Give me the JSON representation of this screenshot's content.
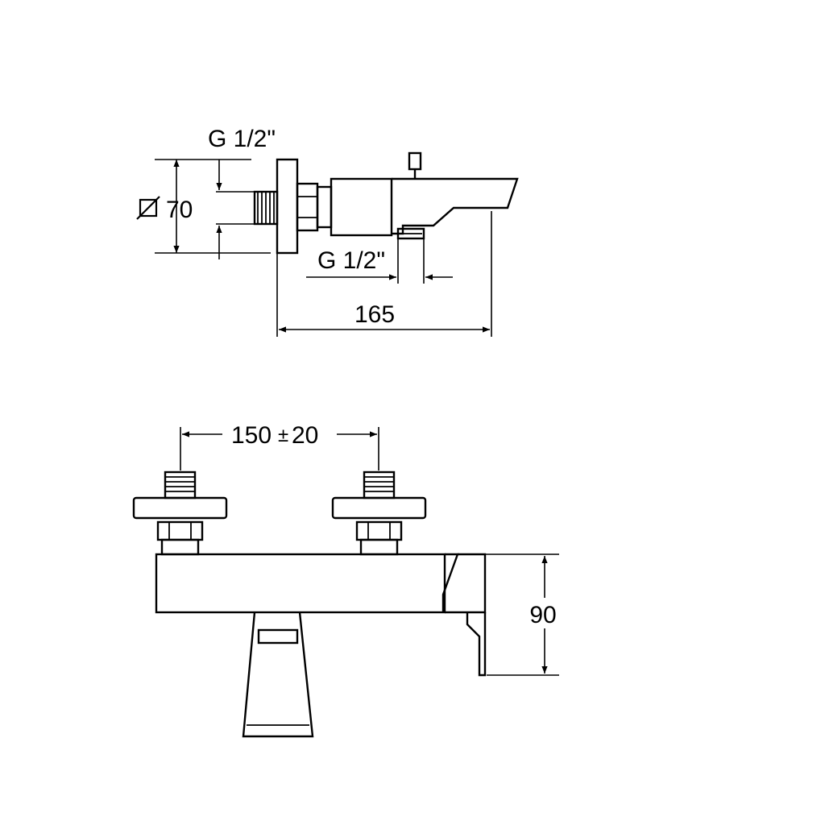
{
  "side_view": {
    "dim_top_thread": "G 1/2\"",
    "dim_diameter": "70",
    "dim_outlet_thread": "G 1/2\"",
    "dim_length": "165"
  },
  "front_view": {
    "dim_spacing_value": "150",
    "dim_spacing_pm": "±",
    "dim_spacing_tol": "20",
    "dim_height": "90"
  },
  "colors": {
    "line": "#000000",
    "background": "#ffffff"
  }
}
